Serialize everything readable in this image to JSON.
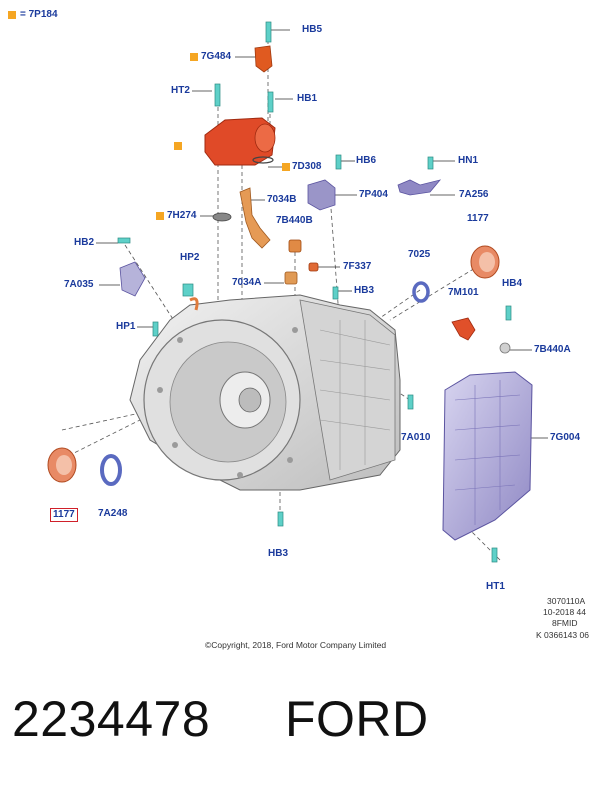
{
  "legend": {
    "text": "= 7P184"
  },
  "labels": {
    "hb5": "HB5",
    "g484": "7G484",
    "ht2": "HT2",
    "hb1": "HB1",
    "d308": "7D308",
    "hb6": "HB6",
    "hn1": "HN1",
    "b7034": "7034B",
    "p404": "7P404",
    "a256": "7A256",
    "h274": "7H274",
    "b440b": "7B440B",
    "n1177top": "1177",
    "hb2": "HB2",
    "hp2": "HP2",
    "f337": "7F337",
    "a7025": "7025",
    "a035": "7A035",
    "a7034": "7034A",
    "hb3top": "HB3",
    "m101": "7M101",
    "hb4": "HB4",
    "hp1": "HP1",
    "b440a": "7B440A",
    "a010": "7A010",
    "g004": "7G004",
    "n1177bottom": "1177",
    "a248": "7A248",
    "hb3bottom": "HB3",
    "ht1": "HT1"
  },
  "drawing_info": [
    "3070110A",
    "10-2018 44",
    "8FMID",
    "K 0366143 06"
  ],
  "copyright": "©Copyright, 2018, Ford Motor Company Limited",
  "part_number": "2234478",
  "brand": "FORD",
  "colors": {
    "label": "#1a3a9c",
    "highlight": "#d0202a",
    "accent": "#f5a623"
  }
}
